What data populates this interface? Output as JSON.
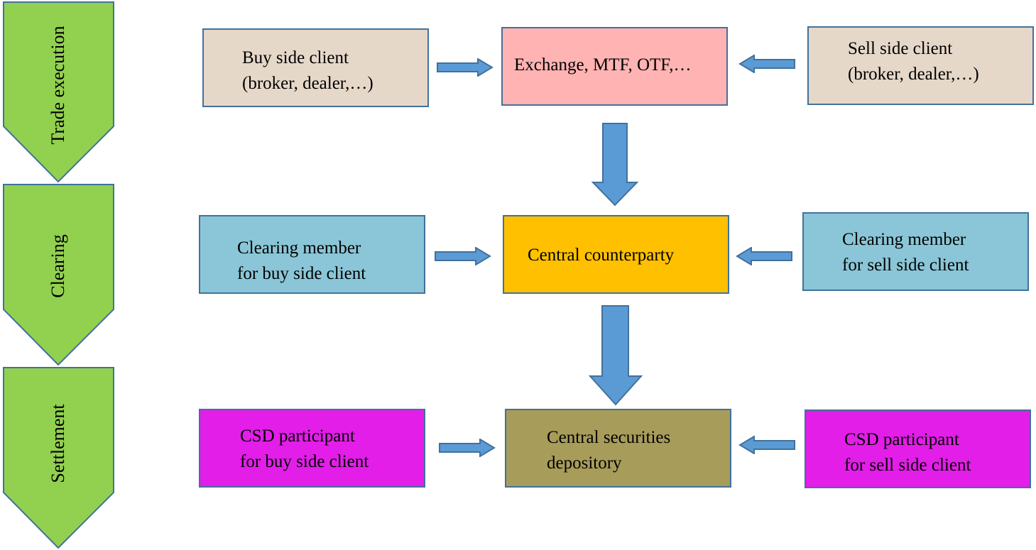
{
  "phases": [
    {
      "id": "trade",
      "label": "Trade execution"
    },
    {
      "id": "clearing",
      "label": "Clearing"
    },
    {
      "id": "settlement",
      "label": "Settlement"
    }
  ],
  "rows": {
    "trade": {
      "left": {
        "line1": "Buy side client",
        "line2": "(broker, dealer,…)"
      },
      "center": {
        "line1": "Exchange, MTF, OTF,…"
      },
      "right": {
        "line1": "Sell side client",
        "line2": "(broker, dealer,…)"
      }
    },
    "clearing": {
      "left": {
        "line1": "Clearing member",
        "line2": "for buy side client"
      },
      "center": {
        "line1": "Central counterparty"
      },
      "right": {
        "line1": "Clearing member",
        "line2": "for sell side client"
      }
    },
    "settlement": {
      "left": {
        "line1": "CSD participant",
        "line2": "for buy side client"
      },
      "center": {
        "line1": "Central securities",
        "line2": "depository"
      },
      "right": {
        "line1": "CSD participant",
        "line2": "for sell side client"
      }
    }
  },
  "colors": {
    "phase_fill": "#92D050",
    "phase_stroke": "#41719C",
    "box_stroke": "#41719C",
    "arrow_fill": "#5B9BD5",
    "trade_side": "#E6D8C9",
    "trade_center": "#FFB3B3",
    "clearing_side": "#8AC6D7",
    "clearing_center": "#FFC000",
    "settlement_side": "#E21EE8",
    "settlement_center": "#A79C5A"
  }
}
